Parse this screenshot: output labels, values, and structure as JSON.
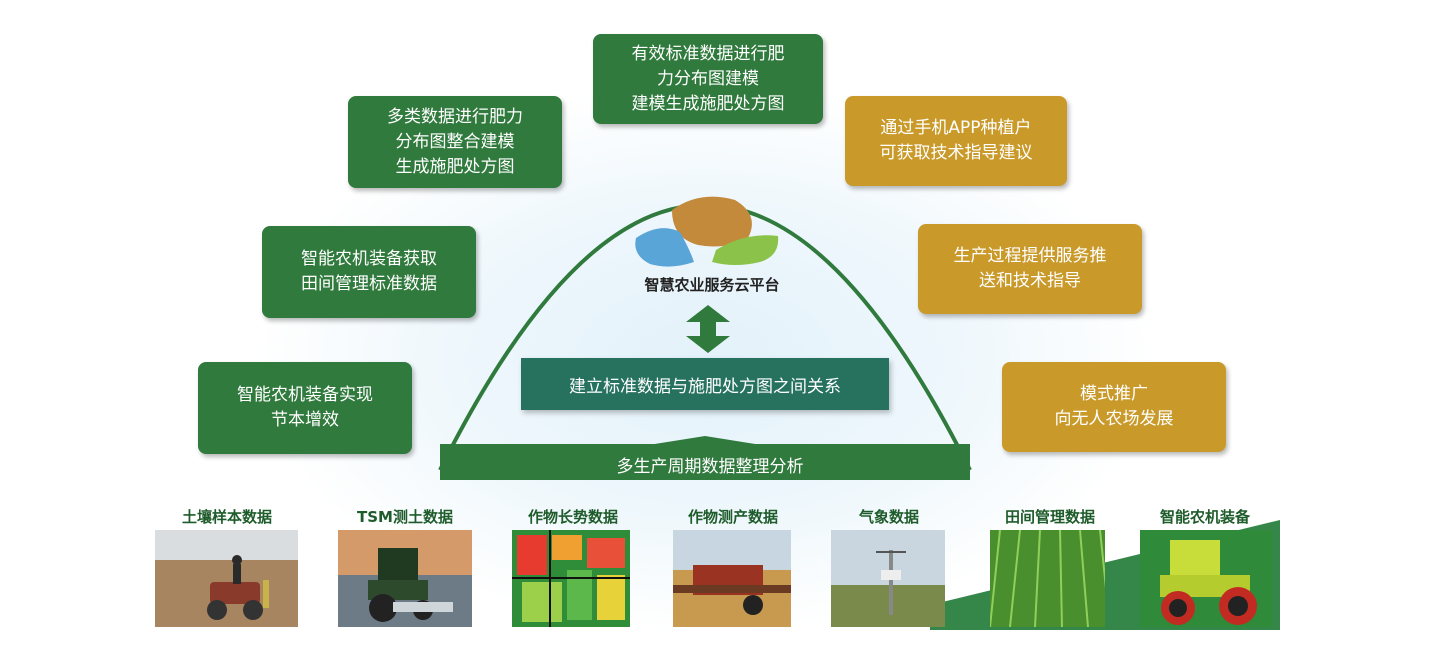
{
  "platform": {
    "logo_label": "智慧农业服务云平台"
  },
  "center": {
    "relation_text": "建立标准数据与施肥处方图之间关系",
    "base_text": "多生产周期数据整理分析"
  },
  "left_boxes": [
    {
      "lines": [
        "智能农机装备实现",
        "节本增效"
      ]
    },
    {
      "lines": [
        "智能农机装备获取",
        "田间管理标准数据"
      ]
    },
    {
      "lines": [
        "多类数据进行肥力",
        "分布图整合建模",
        "生成施肥处方图"
      ]
    }
  ],
  "top_box": {
    "lines": [
      "有效标准数据进行肥",
      "力分布图建模",
      "建模生成施肥处方图"
    ]
  },
  "right_boxes": [
    {
      "lines": [
        "通过手机APP种植户",
        "可获取技术指导建议"
      ]
    },
    {
      "lines": [
        "生产过程提供服务推",
        "送和技术指导"
      ]
    },
    {
      "lines": [
        "模式推广",
        "向无人农场发展"
      ]
    }
  ],
  "categories": [
    {
      "label": "土壤样本数据",
      "icon": "soil-sampling-atv-photo"
    },
    {
      "label": "TSM测土数据",
      "icon": "tractor-soil-sensor-photo"
    },
    {
      "label": "作物长势数据",
      "icon": "crop-growth-heatmap-photo"
    },
    {
      "label": "作物测产数据",
      "icon": "harvester-photo"
    },
    {
      "label": "气象数据",
      "icon": "weather-station-photo"
    },
    {
      "label": "田间管理数据",
      "icon": "rice-field-photo"
    },
    {
      "label": "智能农机装备",
      "icon": "green-tractor-photo"
    }
  ],
  "colors": {
    "green_box": "#2f7a3c",
    "gold_box": "#c99a2a",
    "arc_green": "#2f7a3c",
    "relation_box": "#27725f"
  }
}
